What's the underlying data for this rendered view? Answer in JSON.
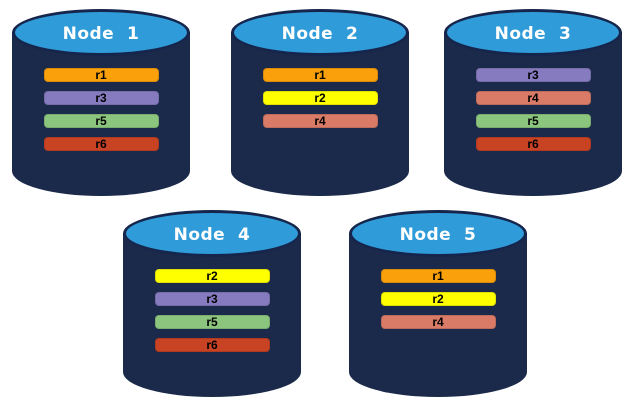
{
  "diagram": {
    "description": "Database nodes with replica distribution",
    "colors": {
      "background": "#FFFFFF",
      "cylinder_body": "#1B2A4A",
      "cylinder_top_fill": "#2F9BD8",
      "cylinder_outline": "#16254C",
      "title_text": "#FFFFFF",
      "bar_text": "#000000"
    },
    "replica_colors": {
      "r1": "#F9A00B",
      "r2": "#FFFF00",
      "r3": "#877BC0",
      "r4": "#D97B66",
      "r5": "#8CC67E",
      "r6": "#C84324"
    },
    "nodes": [
      {
        "title": "Node  1",
        "replicas": [
          "r1",
          "r3",
          "r5",
          "r6"
        ]
      },
      {
        "title": "Node  2",
        "replicas": [
          "r1",
          "r2",
          "r4"
        ]
      },
      {
        "title": "Node  3",
        "replicas": [
          "r3",
          "r4",
          "r5",
          "r6"
        ]
      },
      {
        "title": "Node  4",
        "replicas": [
          "r2",
          "r3",
          "r5",
          "r6"
        ]
      },
      {
        "title": "Node  5",
        "replicas": [
          "r1",
          "r2",
          "r4"
        ]
      }
    ]
  }
}
